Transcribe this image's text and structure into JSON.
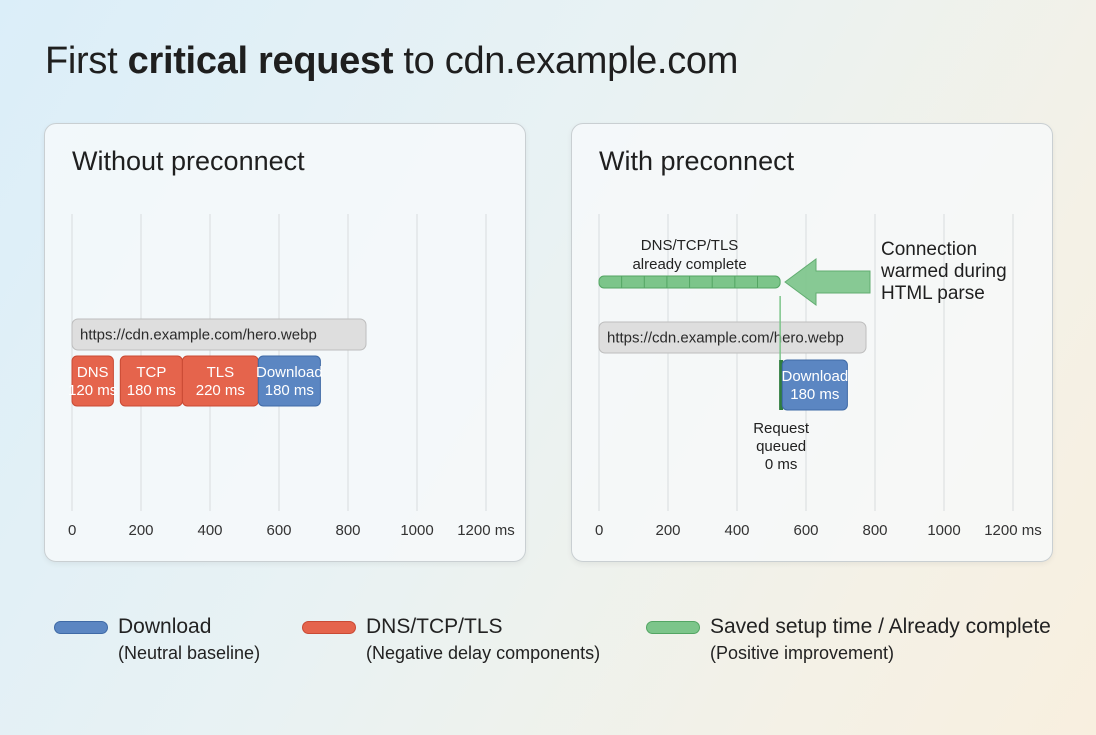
{
  "title": {
    "prefix": "First ",
    "emphasis": "critical request",
    "suffix": " to cdn.example.com"
  },
  "colors": {
    "download_fill": "#5b86c2",
    "download_stroke": "#3f6aa6",
    "delay_fill": "#e5644c",
    "delay_stroke": "#c94a34",
    "saved_fill": "#7cc58a",
    "saved_stroke": "#53a563",
    "url_fill": "#dedede",
    "url_stroke": "#bdbdbd",
    "grid": "#d8dcde"
  },
  "chart_data": [
    {
      "type": "bar",
      "orientation": "horizontal-timeline",
      "title": "Without preconnect",
      "x_ticks": [
        "0",
        "200",
        "400",
        "600",
        "800",
        "1000",
        "1200 ms"
      ],
      "xlim": [
        0,
        1200
      ],
      "grid": true,
      "request_label": "https://cdn.example.com/hero.webp",
      "segments": [
        {
          "name": "DNS",
          "start": 0,
          "duration": 120,
          "label": "120 ms",
          "category": "delay"
        },
        {
          "name": "TCP",
          "start": 140,
          "duration": 180,
          "label": "180 ms",
          "category": "delay"
        },
        {
          "name": "TLS",
          "start": 320,
          "duration": 220,
          "label": "220 ms",
          "category": "delay"
        },
        {
          "name": "Download",
          "start": 540,
          "duration": 180,
          "label": "180 ms",
          "category": "download"
        }
      ]
    },
    {
      "type": "bar",
      "orientation": "horizontal-timeline",
      "title": "With preconnect",
      "x_ticks": [
        "0",
        "200",
        "400",
        "600",
        "800",
        "1000",
        "1200 ms"
      ],
      "xlim": [
        0,
        1200
      ],
      "grid": true,
      "request_label": "https://cdn.example.com/hero.webp",
      "already_complete": {
        "label": [
          "DNS/TCP/TLS",
          "already complete"
        ],
        "start": 0,
        "end": 525,
        "category": "saved"
      },
      "callout": [
        "Connection",
        "warmed during",
        "HTML parse"
      ],
      "marker": {
        "x": 525,
        "label": [
          "Request",
          "queued",
          "0 ms"
        ]
      },
      "segments": [
        {
          "name": "Download",
          "start": 540,
          "duration": 180,
          "label": "180 ms",
          "category": "download"
        }
      ]
    }
  ],
  "legend": [
    {
      "label": "Download",
      "sub": "(Neutral baseline)",
      "category": "download"
    },
    {
      "label": "DNS/TCP/TLS",
      "sub": "(Negative delay components)",
      "category": "delay"
    },
    {
      "label": "Saved setup time / Already complete",
      "sub": "(Positive improvement)",
      "category": "saved"
    }
  ]
}
